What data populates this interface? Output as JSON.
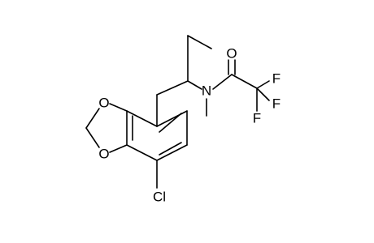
{
  "molecule": {
    "atoms": [
      {
        "id": "o_carbonyl",
        "label": "O"
      },
      {
        "id": "n_amide",
        "label": "N"
      },
      {
        "id": "f_top",
        "label": "F"
      },
      {
        "id": "f_right",
        "label": "F"
      },
      {
        "id": "f_bottom",
        "label": "F"
      },
      {
        "id": "o_ring_top",
        "label": "O"
      },
      {
        "id": "o_ring_bottom",
        "label": "O"
      },
      {
        "id": "cl",
        "label": "Cl"
      }
    ]
  }
}
